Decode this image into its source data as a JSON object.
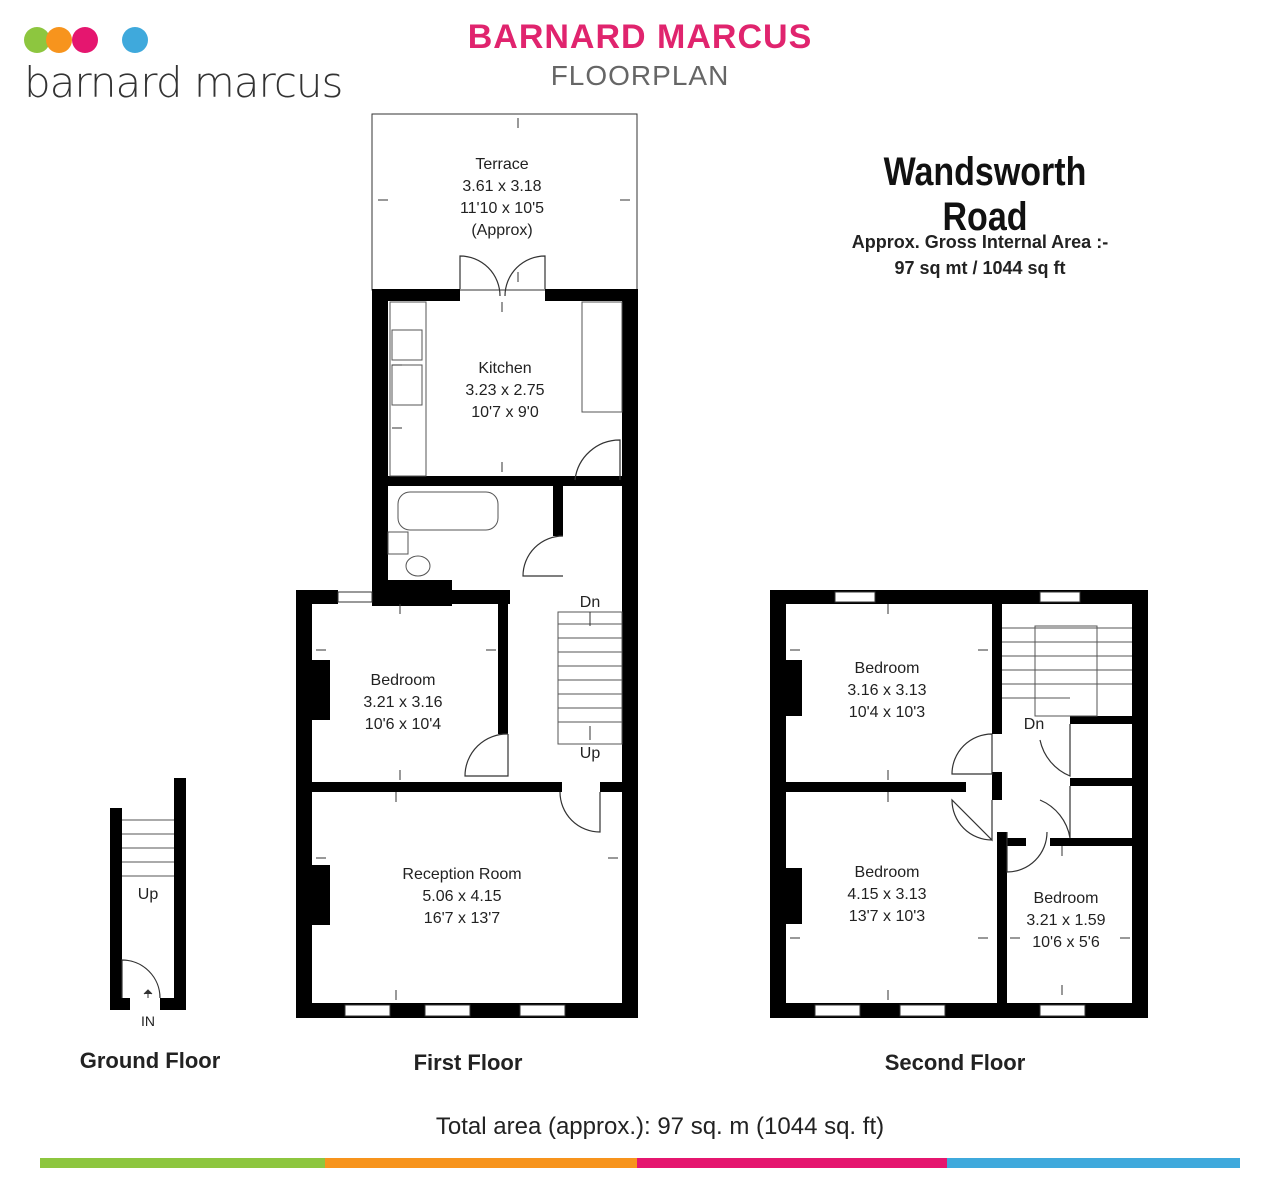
{
  "brand": {
    "logo_text": "barnard marcus",
    "title": "BARNARD MARCUS",
    "subtitle": "FLOORPLAN",
    "colors": {
      "green": "#8dc63f",
      "orange": "#f7941d",
      "magenta": "#e5166f",
      "blue": "#3fa9dc",
      "title": "#e0246e"
    }
  },
  "property": {
    "address": "Wandsworth Road",
    "gia_label": "Approx. Gross Internal Area :-",
    "gia_value": "97 sq mt / 1044 sq ft"
  },
  "rooms": {
    "terrace": {
      "name": "Terrace",
      "metric": "3.61 x 3.18",
      "imperial": "11'10 x 10'5",
      "note": "(Approx)"
    },
    "kitchen": {
      "name": "Kitchen",
      "metric": "3.23 x 2.75",
      "imperial": "10'7 x 9'0"
    },
    "bedroom_first": {
      "name": "Bedroom",
      "metric": "3.21 x 3.16",
      "imperial": "10'6 x 10'4"
    },
    "reception": {
      "name": "Reception Room",
      "metric": "5.06 x 4.15",
      "imperial": "16'7 x 13'7"
    },
    "bedroom_2a": {
      "name": "Bedroom",
      "metric": "3.16 x 3.13",
      "imperial": "10'4 x 10'3"
    },
    "bedroom_2b": {
      "name": "Bedroom",
      "metric": "4.15 x 3.13",
      "imperial": "13'7 x 10'3"
    },
    "bedroom_2c": {
      "name": "Bedroom",
      "metric": "3.21 x 1.59",
      "imperial": "10'6 x 5'6"
    }
  },
  "stairs": {
    "dn": "Dn",
    "up": "Up",
    "in": "IN"
  },
  "floors": {
    "ground": "Ground Floor",
    "first": "First Floor",
    "second": "Second Floor"
  },
  "total_area": "Total area (approx.): 97 sq. m (1044 sq. ft)"
}
